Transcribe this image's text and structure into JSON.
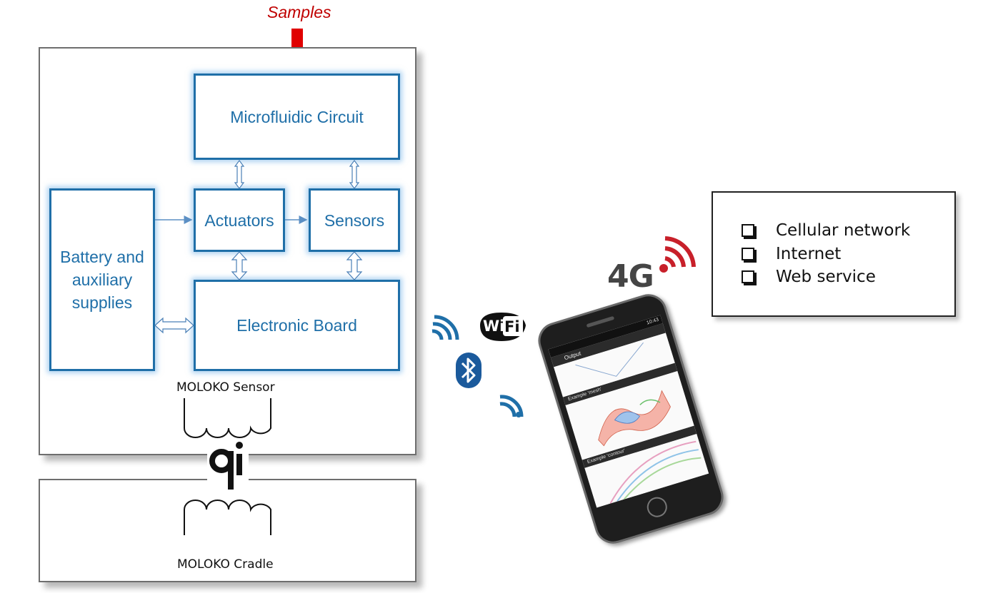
{
  "labels": {
    "samples": "Samples",
    "microfluidic": "Microfluidic Circuit",
    "actuators": "Actuators",
    "sensors": "Sensors",
    "battery": "Battery and auxiliary supplies",
    "electronic": "Electronic Board",
    "moloko_sensor": "MOLOKO Sensor",
    "moloko_cradle": "MOLOKO Cradle",
    "four_g": "4G",
    "wifi_wi": "Wi",
    "wifi_fi": "Fi"
  },
  "list": {
    "items": [
      "Cellular network",
      "Internet",
      "Web service"
    ]
  },
  "phone": {
    "time": "10:43",
    "app_title": "Output",
    "example1": "Example 'mesh'",
    "example2": "Example 'contour'"
  },
  "colors": {
    "block_border": "#1f6fa8",
    "block_text": "#1f6fa8",
    "samples_arrow": "#e00000",
    "samples_text": "#c00000",
    "signal_red": "#c8202a",
    "bluetooth": "#1b5a9c"
  },
  "icons": [
    "qi-logo-icon",
    "wifi-logo-icon",
    "bluetooth-icon",
    "signal-wave-icon",
    "4g-signal-icon",
    "smartphone-icon",
    "checkbox-icon"
  ]
}
